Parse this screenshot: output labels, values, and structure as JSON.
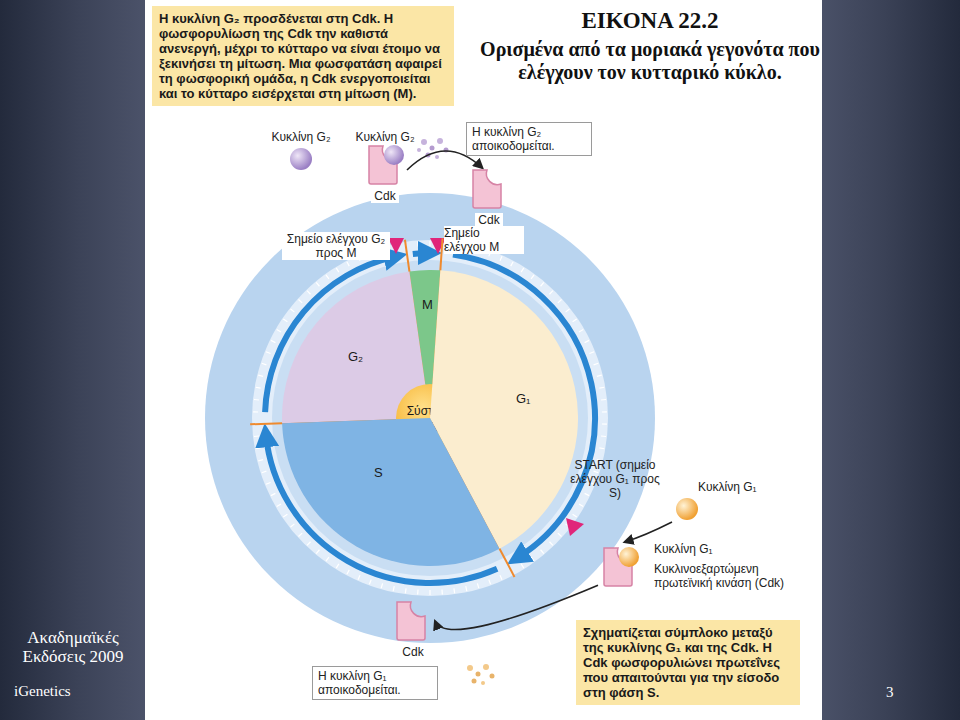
{
  "diagram": {
    "title": "ΕΙΚΟΝΑ 22.2",
    "caption": "Ορισμένα από τα μοριακά γεγονότα που ελέγχουν τον κυτταρικό κύκλο.",
    "nodes": [
      {
        "text": [
          "Η κυκλίνη G₂ προσδένεται στη Cdk. Η φωσφορυλίωση της Cdk την καθιστά ανενεργή, μέχρι το κύτταρο να είναι έτοιμο να ξεκινήσει τη μίτωση. Μια φωσφατάση αφαιρεί τη φωσφορική ομάδα, η Cdk ενεργοποιείται και το κύτταρο εισέρχεται στη μίτωση (Μ)."
        ]
      },
      {
        "text": [
          "Κυκλίνη G₂"
        ]
      },
      {
        "text": [
          "Κυκλίνη G₂",
          "Cdk"
        ]
      },
      {
        "text": [
          "Η κυκλίνη G₂ αποικοδομείται."
        ]
      },
      {
        "text": [
          "Cdk"
        ]
      },
      {
        "text": [
          "M"
        ]
      },
      {
        "text": [
          "G₂"
        ]
      },
      {
        "text": [
          "Σύστημα ελέγχου"
        ]
      },
      {
        "text": [
          "G₁"
        ]
      },
      {
        "text": [
          "S"
        ]
      },
      {
        "text": [
          "Κυκλίνη G₁"
        ]
      },
      {
        "text": [
          "Κυκλίνη G₁",
          "Κυκλινοεξαρτώμενη πρωτεϊνική κινάση (Cdk)"
        ]
      },
      {
        "text": [
          "Σχηματίζεται σύμπλοκο μεταξύ της κυκλίνης G₁ και της Cdk. Η Cdk φωσφορυλιώνει πρωτεΐνες που απαιτούνται για την είσοδο στη φάση S."
        ]
      },
      {
        "text": [
          "Cdk"
        ]
      },
      {
        "text": [
          "Η κυκλίνη G₁ αποικοδομείται."
        ]
      }
    ],
    "edges": [
      {
        "from": 2,
        "to": 4,
        "arrow": "to"
      },
      {
        "from": 10,
        "to": 11,
        "arrow": "to"
      },
      {
        "from": 11,
        "to": 13,
        "arrow": "to"
      }
    ],
    "labels": [
      "Σημείο ελέγχου G₂ προς M",
      "Σημείο ελέγχου M",
      "START (σημείο ελέγχου G₁ προς S)",
      "Ακαδημαϊκές Εκδόσεις 2009",
      "iGenetics",
      "3"
    ]
  }
}
